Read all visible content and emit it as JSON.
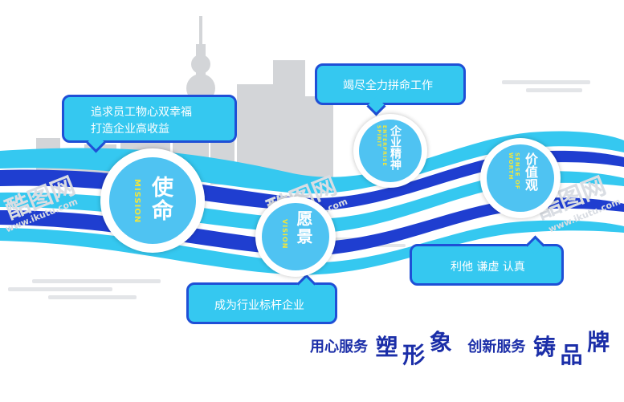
{
  "bubbles": {
    "mission_text_1": "追求员工物心双幸福",
    "mission_text_2": "打造企业高收益",
    "spirit_text": "竭尽全力拼命工作",
    "vision_text": "成为行业标杆企业",
    "worth_text": "利他 谦虚 认真"
  },
  "circles": {
    "mission_cn": "使命",
    "mission_en": "MISSION",
    "vision_cn": "愿景",
    "vision_en": "VISION",
    "spirit_cn": "企业精神",
    "spirit_en": "ENTERPRISE SPIRIT",
    "worth_cn": "价值观",
    "worth_en": "SENSE OF WORTH"
  },
  "slogan": {
    "part1": "用心服务",
    "part2": "塑",
    "part3": "形",
    "part4": "象",
    "part5": "创新服务",
    "part6": "铸",
    "part7": "品",
    "part8": "牌"
  },
  "watermark": {
    "logo_text": "酷图网",
    "url_text": "www.ikutu.com"
  },
  "colors": {
    "bubble_fill": "#35c8f0",
    "bubble_border": "#1f4fd6",
    "circle_fill": "#4fc3f2",
    "wave_dark": "#1f3ed0",
    "wave_light": "#35c8f0",
    "english_text": "#f2e63a",
    "slogan": "#1b2ea8"
  }
}
